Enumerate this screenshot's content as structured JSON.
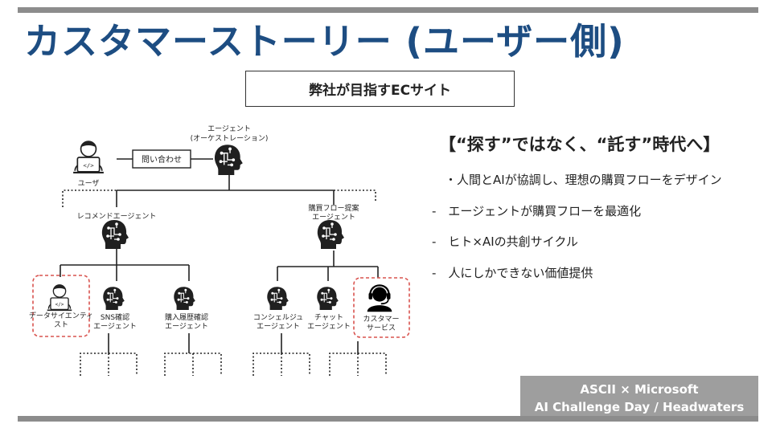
{
  "title": "カスタマーストーリー (ユーザー側)",
  "subtitle": "弊社が目指すECサイト",
  "diagram": {
    "user": "ユーザ",
    "inquiry": "問い合わせ",
    "orchestration": [
      "エージェント",
      "(オーケストレーション)"
    ],
    "recommend": "レコメンドエージェント",
    "purchase_flow": [
      "購買フロー提案",
      "エージェント"
    ],
    "data_scientist": [
      "データサイエンティ",
      "スト"
    ],
    "sns": [
      "SNS確認",
      "エージェント"
    ],
    "purchase_history": [
      "購入履歴確認",
      "エージェント"
    ],
    "concierge": [
      "コンシェルジュ",
      "エージェント"
    ],
    "chat": [
      "チャット",
      "エージェント"
    ],
    "customer_service": [
      "カスタマー",
      "サービス"
    ]
  },
  "right": {
    "heading": "【“探す”ではなく、“託す”時代へ】",
    "items": [
      "・人間とAIが協調し、理想の購買フローをデザイン",
      "-　エージェントが購買フローを最適化",
      "-　ヒト×AIの共創サイクル",
      "-　人にしかできない価値提供"
    ]
  },
  "footer": {
    "line1": "ASCII × Microsoft",
    "line2": "AI Challenge Day / Headwaters"
  },
  "colors": {
    "title": "#1d4d82",
    "highlight_border": "#d9534f",
    "footer_bg": "#9e9e9e"
  }
}
